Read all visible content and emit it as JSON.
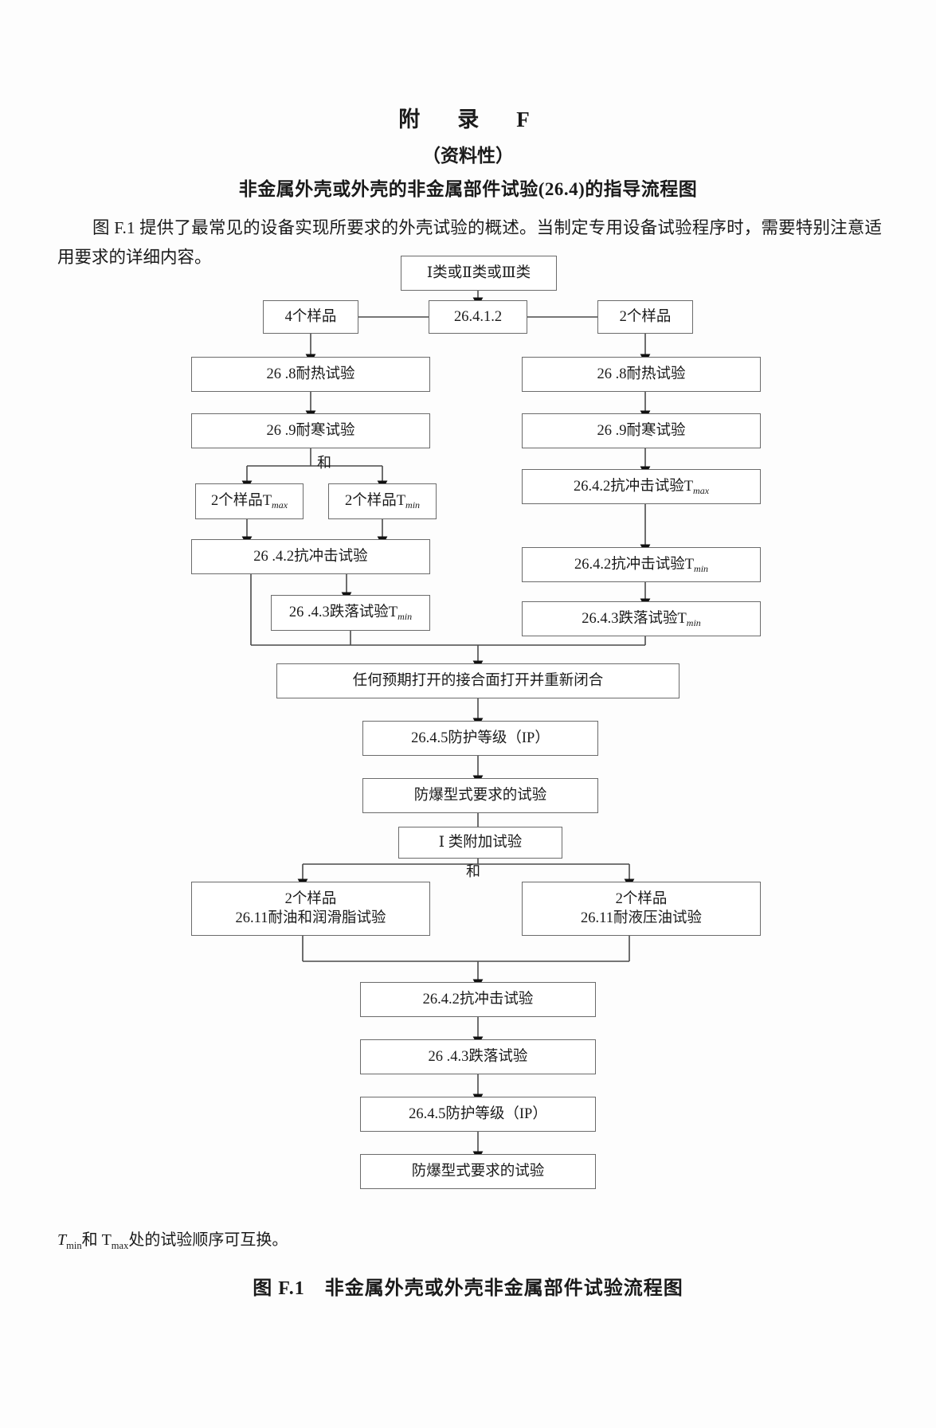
{
  "heading": {
    "appendix_title": "附　录　F",
    "appendix_kind": "（资料性）",
    "appendix_subject": "非金属外壳或外壳的非金属部件试验(26.4)的指导流程图"
  },
  "body": {
    "paragraph": "图 F.1 提供了最常见的设备实现所要求的外壳试验的概述。当制定专用设备试验程序时，需要特别注意适用要求的详细内容。"
  },
  "flowchart": {
    "type": "flowchart",
    "nodes": [
      {
        "id": "start",
        "label": "Ⅰ类或Ⅱ类或Ⅲ类"
      },
      {
        "id": "clause",
        "label": "26.4.1.2"
      },
      {
        "id": "left_samples",
        "label": "4个样品"
      },
      {
        "id": "right_samples",
        "label": "2个样品"
      },
      {
        "id": "l_heat",
        "label": "26 .8耐热试验"
      },
      {
        "id": "l_cold",
        "label": "26 .9耐寒试验"
      },
      {
        "id": "l_tmax",
        "label": "2个样品T",
        "sub": "max"
      },
      {
        "id": "l_tmin",
        "label": "2个样品T",
        "sub": "min"
      },
      {
        "id": "l_impact",
        "label": "26 .4.2抗冲击试验"
      },
      {
        "id": "l_drop",
        "label": "26 .4.3跌落试验T",
        "sub": "min"
      },
      {
        "id": "r_heat",
        "label": "26 .8耐热试验"
      },
      {
        "id": "r_cold",
        "label": "26 .9耐寒试验"
      },
      {
        "id": "r_impact_max",
        "label": "26.4.2抗冲击试验T",
        "sub": "max"
      },
      {
        "id": "r_impact_min",
        "label": "26.4.2抗冲击试验T",
        "sub": "min"
      },
      {
        "id": "r_drop",
        "label": "26.4.3跌落试验T",
        "sub": "min"
      },
      {
        "id": "reopen",
        "label": "任何预期打开的接合面打开并重新闭合"
      },
      {
        "id": "ip1",
        "label": "26.4.5防护等级（IP）"
      },
      {
        "id": "exproof1",
        "label": "防爆型式要求的试验"
      },
      {
        "id": "class1_extra",
        "label": "Ⅰ 类附加试验"
      },
      {
        "id": "oil_grease",
        "label1": "2个样品",
        "label2": "26.11耐油和润滑脂试验"
      },
      {
        "id": "hydraulic",
        "label1": "2个样品",
        "label2": "26.11耐液压油试验"
      },
      {
        "id": "f_impact",
        "label": "26.4.2抗冲击试验"
      },
      {
        "id": "f_drop",
        "label": "26 .4.3跌落试验"
      },
      {
        "id": "ip2",
        "label": "26.4.5防护等级（IP）"
      },
      {
        "id": "exproof2",
        "label": "防爆型式要求的试验"
      }
    ],
    "edge_labels": [
      {
        "id": "and_left",
        "text": "和"
      },
      {
        "id": "and_class",
        "text": "和"
      }
    ]
  },
  "footer": {
    "note_prefix": "T",
    "note_sub1": "min",
    "note_mid": "和 T",
    "note_sub2": "max",
    "note_suffix": "处的试验顺序可互换。",
    "figure_caption": "图 F.1　非金属外壳或外壳非金属部件试验流程图"
  }
}
